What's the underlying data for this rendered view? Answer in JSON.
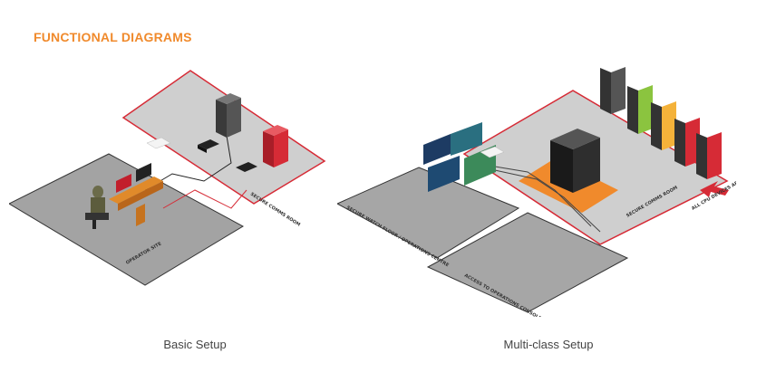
{
  "heading": "FUNCTIONAL DIAGRAMS",
  "basic": {
    "caption": "Basic Setup",
    "operator_site_label": "OPERATOR SITE",
    "secure_room_label": "SECURE COMMS ROOM"
  },
  "multi": {
    "caption": "Multi-class Setup",
    "secure_room_label": "SECURE COMMS ROOM",
    "ops_label": "SECURE WATCH FLOOR / OPERATIONS CENTRE",
    "access_label": "ACCESS TO OPERATIONS CONSOLE",
    "callout": "ALL CPU DEVICES ARE ISOLATED"
  },
  "colors": {
    "accent": "#f08a2c",
    "boundary_red": "#d62b36",
    "floor_gray": "#9c9c9c",
    "secure_gray": "#c9c9c9"
  }
}
